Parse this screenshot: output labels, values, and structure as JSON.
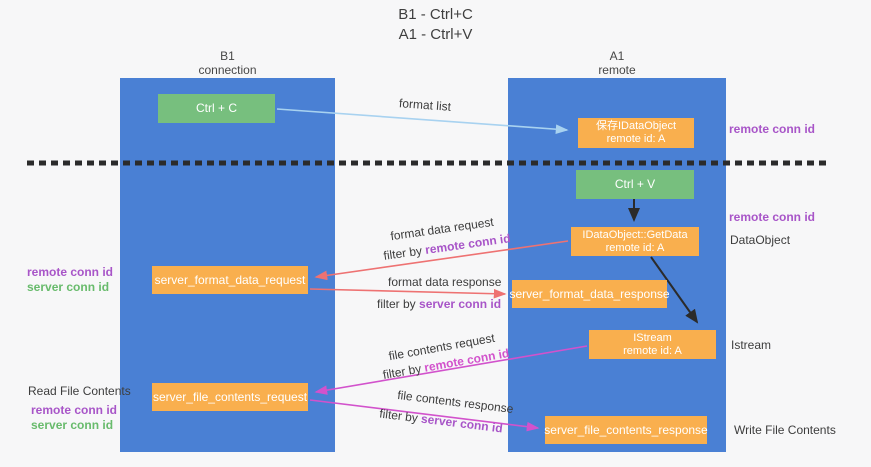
{
  "title": {
    "line1": "B1 - Ctrl+C",
    "line2": "A1 - Ctrl+V"
  },
  "lanes": {
    "left": {
      "title": "B1",
      "subtitle": "connection"
    },
    "right": {
      "title": "A1",
      "subtitle": "remote"
    }
  },
  "nodes": {
    "ctrl_c": {
      "label": "Ctrl + C"
    },
    "save_ido": {
      "line1": "保存IDataObject",
      "line2": "remote id: A"
    },
    "ctrl_v": {
      "label": "Ctrl + V"
    },
    "getdata": {
      "line1": "IDataObject::GetData",
      "line2": "remote id: A"
    },
    "fmt_req": {
      "label": "server_format_data_request"
    },
    "fmt_res": {
      "label": "server_format_data_response"
    },
    "istream": {
      "line1": "IStream",
      "line2": "remote id: A"
    },
    "file_req": {
      "label": "server_file_contents_request"
    },
    "file_res": {
      "label": "server_file_contents_response"
    }
  },
  "edges": {
    "format_list": "format list",
    "fmt_req_label": "format data request",
    "fmt_req_filter_prefix": "filter by ",
    "fmt_req_filter_key": "remote conn id",
    "fmt_res_label": "format data response",
    "fmt_res_filter_prefix": "filter by ",
    "fmt_res_filter_key": "server conn id",
    "file_req_label": "file contents request",
    "file_req_filter_prefix": "filter by ",
    "file_req_filter_key": "remote conn id",
    "file_res_label": "file contents response",
    "file_res_filter_prefix": "filter by ",
    "file_res_filter_key": "server conn id"
  },
  "side_labels": {
    "right_remote_conn_1": "remote conn id",
    "right_remote_conn_2": "remote conn id",
    "right_dataobject": "DataObject",
    "right_istream": "Istream",
    "right_write_file": "Write File Contents",
    "left_remote_conn_1": "remote conn id",
    "left_server_conn_1": "server conn id",
    "left_read_file": "Read File Contents",
    "left_remote_conn_2": "remote conn id",
    "left_server_conn_2": "server conn id"
  },
  "colors": {
    "lane_blue": "#4a80d4",
    "node_green": "#77bf7e",
    "node_orange": "#f9af4e",
    "accent_purple": "#a855c8",
    "accent_magenta": "#d252cc",
    "accent_green": "#68bb6c",
    "arrow_light_blue": "#a8d2f0",
    "arrow_red": "#ee7272",
    "arrow_black": "#2b2b2b"
  }
}
